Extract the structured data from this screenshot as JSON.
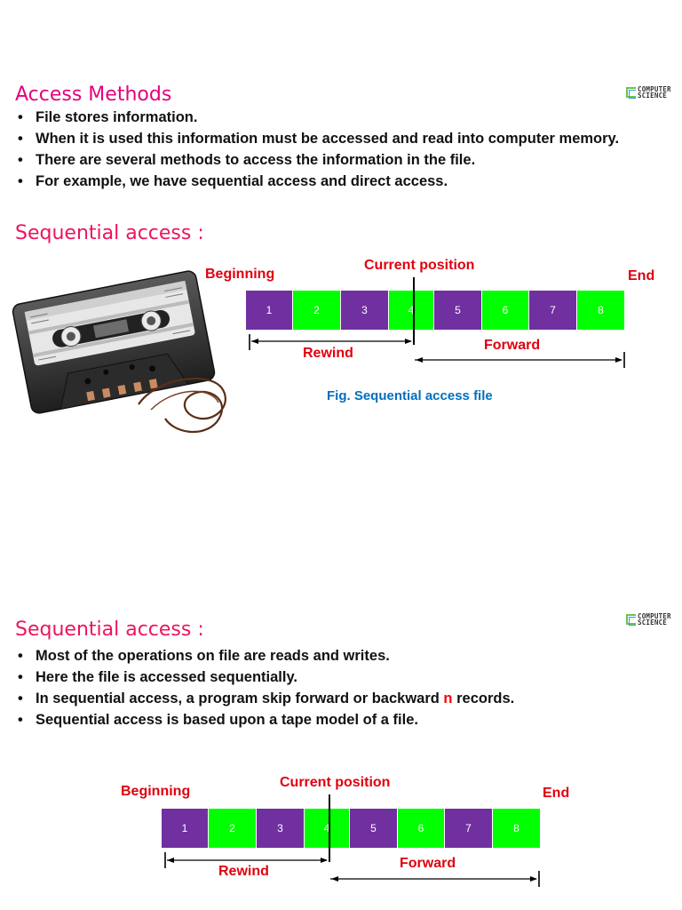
{
  "slide1": {
    "title": "Access Methods",
    "logo": [
      "COMPUTER",
      "SCIENCE"
    ],
    "bullets": [
      "File stores information.",
      "When it is used this information must be accessed and read into computer memory.",
      "There are several methods to access the information in the file.",
      "For example, we have sequential access and direct access."
    ],
    "subtitle": "Sequential access :",
    "image_name": "cassette-tape",
    "diagram": {
      "beginning": "Beginning",
      "current": "Current position",
      "end": "End",
      "rewind": "Rewind",
      "forward": "Forward",
      "records": [
        "1",
        "2",
        "3",
        "4",
        "5",
        "6",
        "7",
        "8"
      ],
      "caption": "Fig. Sequential access file"
    }
  },
  "slide2": {
    "title": "Sequential access :",
    "logo": [
      "COMPUTER",
      "SCIENCE"
    ],
    "bullets": [
      "Most of the operations on file are reads and writes.",
      "Here the file is accessed sequentially."
    ],
    "bullet3": {
      "before": "In sequential access, a program skip forward or backward ",
      "highlight": "n",
      "after": " records."
    },
    "bullet4": "Sequential access is based upon a tape model of a file.",
    "diagram": {
      "beginning": "Beginning",
      "current": "Current position",
      "end": "End",
      "rewind": "Rewind",
      "forward": "Forward",
      "records": [
        "1",
        "2",
        "3",
        "4",
        "5",
        "6",
        "7",
        "8"
      ]
    }
  },
  "colors": {
    "title_pink": "#e5007e",
    "subtitle_red": "#ed145b",
    "label_red": "#e0000f",
    "record_purple": "#7030a0",
    "record_green": "#00ff00",
    "caption_blue": "#0070c0"
  }
}
